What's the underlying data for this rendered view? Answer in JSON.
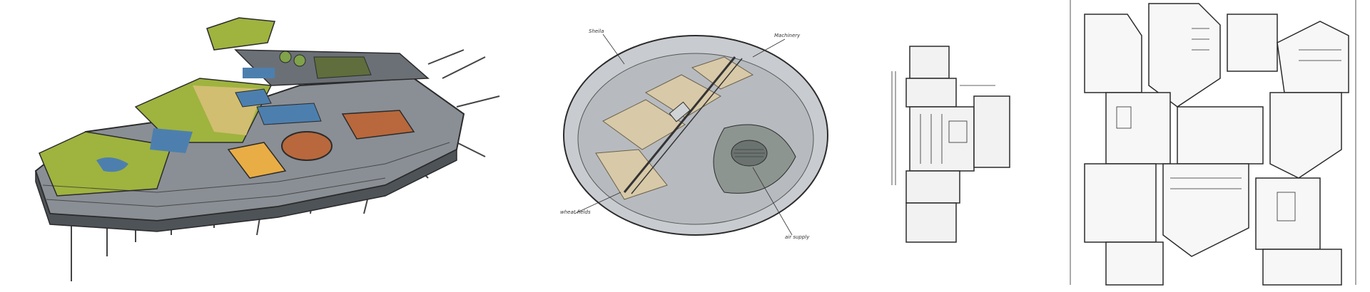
{
  "colors": {
    "grass": "#9fb33f",
    "grass_dark": "#6f8a2a",
    "sand": "#d9c07a",
    "water": "#4d7fae",
    "orange": "#e9ad45",
    "rust": "#b8683c",
    "metal": "#8a8f95",
    "metal_dark": "#4e5358",
    "deck": "#c8cbcf",
    "floor": "#8d9590",
    "field": "#d8c9a8",
    "ink": "#2b2b2b"
  },
  "panels": [
    {
      "id": "colored-platform",
      "kind": "concept-render"
    },
    {
      "id": "circular-deck",
      "kind": "annotated-isometric"
    },
    {
      "id": "narrow-plan",
      "kind": "line-sketch"
    },
    {
      "id": "wide-plan",
      "kind": "line-sketch"
    }
  ],
  "annotations": {
    "top_left": "Sheila",
    "top_right": "Machinery",
    "bottom_left": "wheat fields",
    "bottom_right": "air supply"
  }
}
